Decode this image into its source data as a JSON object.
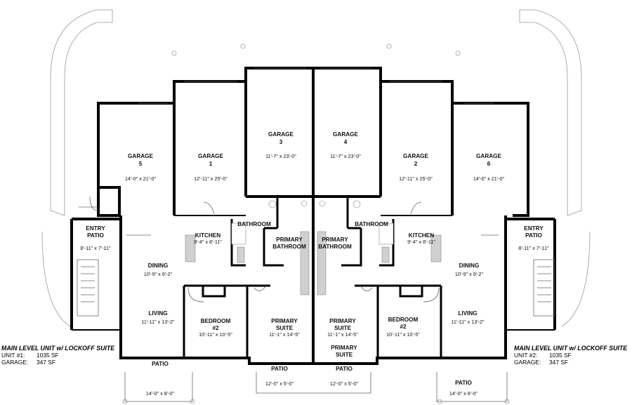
{
  "rooms": {
    "garage_5": {
      "name": "GARAGE",
      "number": "5",
      "dims": "14'-0\" x 21'-0\""
    },
    "garage_1": {
      "name": "GARAGE",
      "number": "1",
      "dims": "12'-11\" x 25'-0\""
    },
    "garage_3": {
      "name": "GARAGE",
      "number": "3",
      "dims": "11'-7\" x 23'-0\""
    },
    "garage_4": {
      "name": "GARAGE",
      "number": "4",
      "dims": "11'-7\" x 23'-0\""
    },
    "garage_2": {
      "name": "GARAGE",
      "number": "2",
      "dims": "12'-11\" x 25'-0\""
    },
    "garage_6": {
      "name": "GARAGE",
      "number": "6",
      "dims": "14'-0\" x 21'-0\""
    },
    "entry_patio_left": {
      "name_line1": "ENTRY",
      "name_line2": "PATIO",
      "dims": "8'-11\" x 7'-11\""
    },
    "entry_patio_right": {
      "name_line1": "ENTRY",
      "name_line2": "PATIO",
      "dims": "8'-11\" x 7'-11\""
    },
    "kitchen_left": {
      "name": "KITCHEN",
      "dims": "9'-4\" x 8'-11\""
    },
    "kitchen_right": {
      "name": "KITCHEN",
      "dims": "9'-4\" x 8'-11\""
    },
    "bathroom_left": {
      "name": "BATHROOM"
    },
    "bathroom_right": {
      "name": "BATHROOM"
    },
    "primary_bath_left": {
      "name_line1": "PRIMARY",
      "name_line2": "BATHROOM"
    },
    "primary_bath_right": {
      "name_line1": "PRIMARY",
      "name_line2": "BATHROOM"
    },
    "dining_left": {
      "name": "DINING",
      "dims": "10'-9\" x 9'-2\""
    },
    "dining_right": {
      "name": "DINING",
      "dims": "10'-9\" x 9'-2\""
    },
    "living_left": {
      "name": "LIVING",
      "dims": "11'-11\" x 13'-2\""
    },
    "living_right": {
      "name": "LIVING",
      "dims": "11'-11\" x 13'-2\""
    },
    "bedroom2_left": {
      "name": "BEDROOM",
      "number": "#2",
      "dims": "10'-11\" x 10'-5\""
    },
    "bedroom2_right": {
      "name": "BEDROOM",
      "number": "#2",
      "dims": "10'-11\" x 10'-5\""
    },
    "primary_suite_left": {
      "name_line1": "PRIMARY",
      "name_line2": "SUITE",
      "dims": "11'-1\" x 14'-5\""
    },
    "primary_suite_right": {
      "name_line1": "PRIMARY",
      "name_line2": "SUITE",
      "dims": "11'-1\" x 14'-5\""
    },
    "primary_suite_right_label": {
      "name_line1": "PRIMARY",
      "name_line2": "SUITE"
    },
    "patio_left": {
      "name": "PATIO",
      "dims": "14'-0\" x 8'-0\""
    },
    "patio_right": {
      "name": "PATIO",
      "dims": "14'-0\" x 8'-0\""
    },
    "patio_center_left": {
      "name": "PATIO",
      "dims": "12'-0\" x 5'-0\""
    },
    "patio_center_right": {
      "name": "PATIO",
      "dims": "12'-0\" x 5'-0\""
    }
  },
  "legend_left": {
    "title": "MAIN LEVEL UNIT w/ LOCKOFF SUITE",
    "rows": [
      {
        "label": "UNIT #1:",
        "value": "1035 SF"
      },
      {
        "label": "GARAGE:",
        "value": "347 SF"
      }
    ]
  },
  "legend_right": {
    "title": "MAIN LEVEL UNIT w/ LOCKOFF SUITE",
    "rows": [
      {
        "label": "UNIT #2:",
        "value": "1035 SF"
      },
      {
        "label": "GARAGE:",
        "value": "347 SF"
      }
    ]
  },
  "colors": {
    "wall": "#000000",
    "thin_line": "#777777",
    "fixture_fill": "#cfcfcf",
    "background": "#ffffff"
  }
}
